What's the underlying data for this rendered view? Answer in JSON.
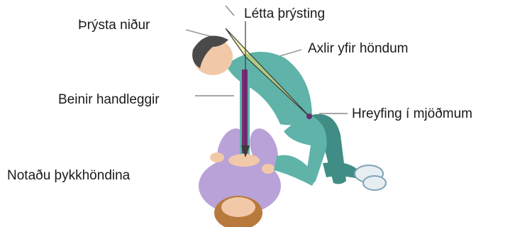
{
  "labels": {
    "push_down": "Þrýsta niður",
    "release_pressure": "Létta þrýsting",
    "shoulders_over_hands": "Axlir yfir höndum",
    "straight_arms": "Beinir handleggir",
    "hip_movement": "Hreyfing í mjöðmum",
    "heel_of_hand": "Notaðu þykkhöndina"
  },
  "colors": {
    "rescuer_scrubs": "#5fb3a9",
    "rescuer_shadow": "#3f8d84",
    "arm_highlight": "#7a2a78",
    "patient_shirt": "#b9a2d8",
    "patient_hair": "#b87a3c",
    "skin": "#f2c9a8",
    "triangle_fill": "#e9e26a",
    "hip_dot": "#6b2a6b"
  }
}
